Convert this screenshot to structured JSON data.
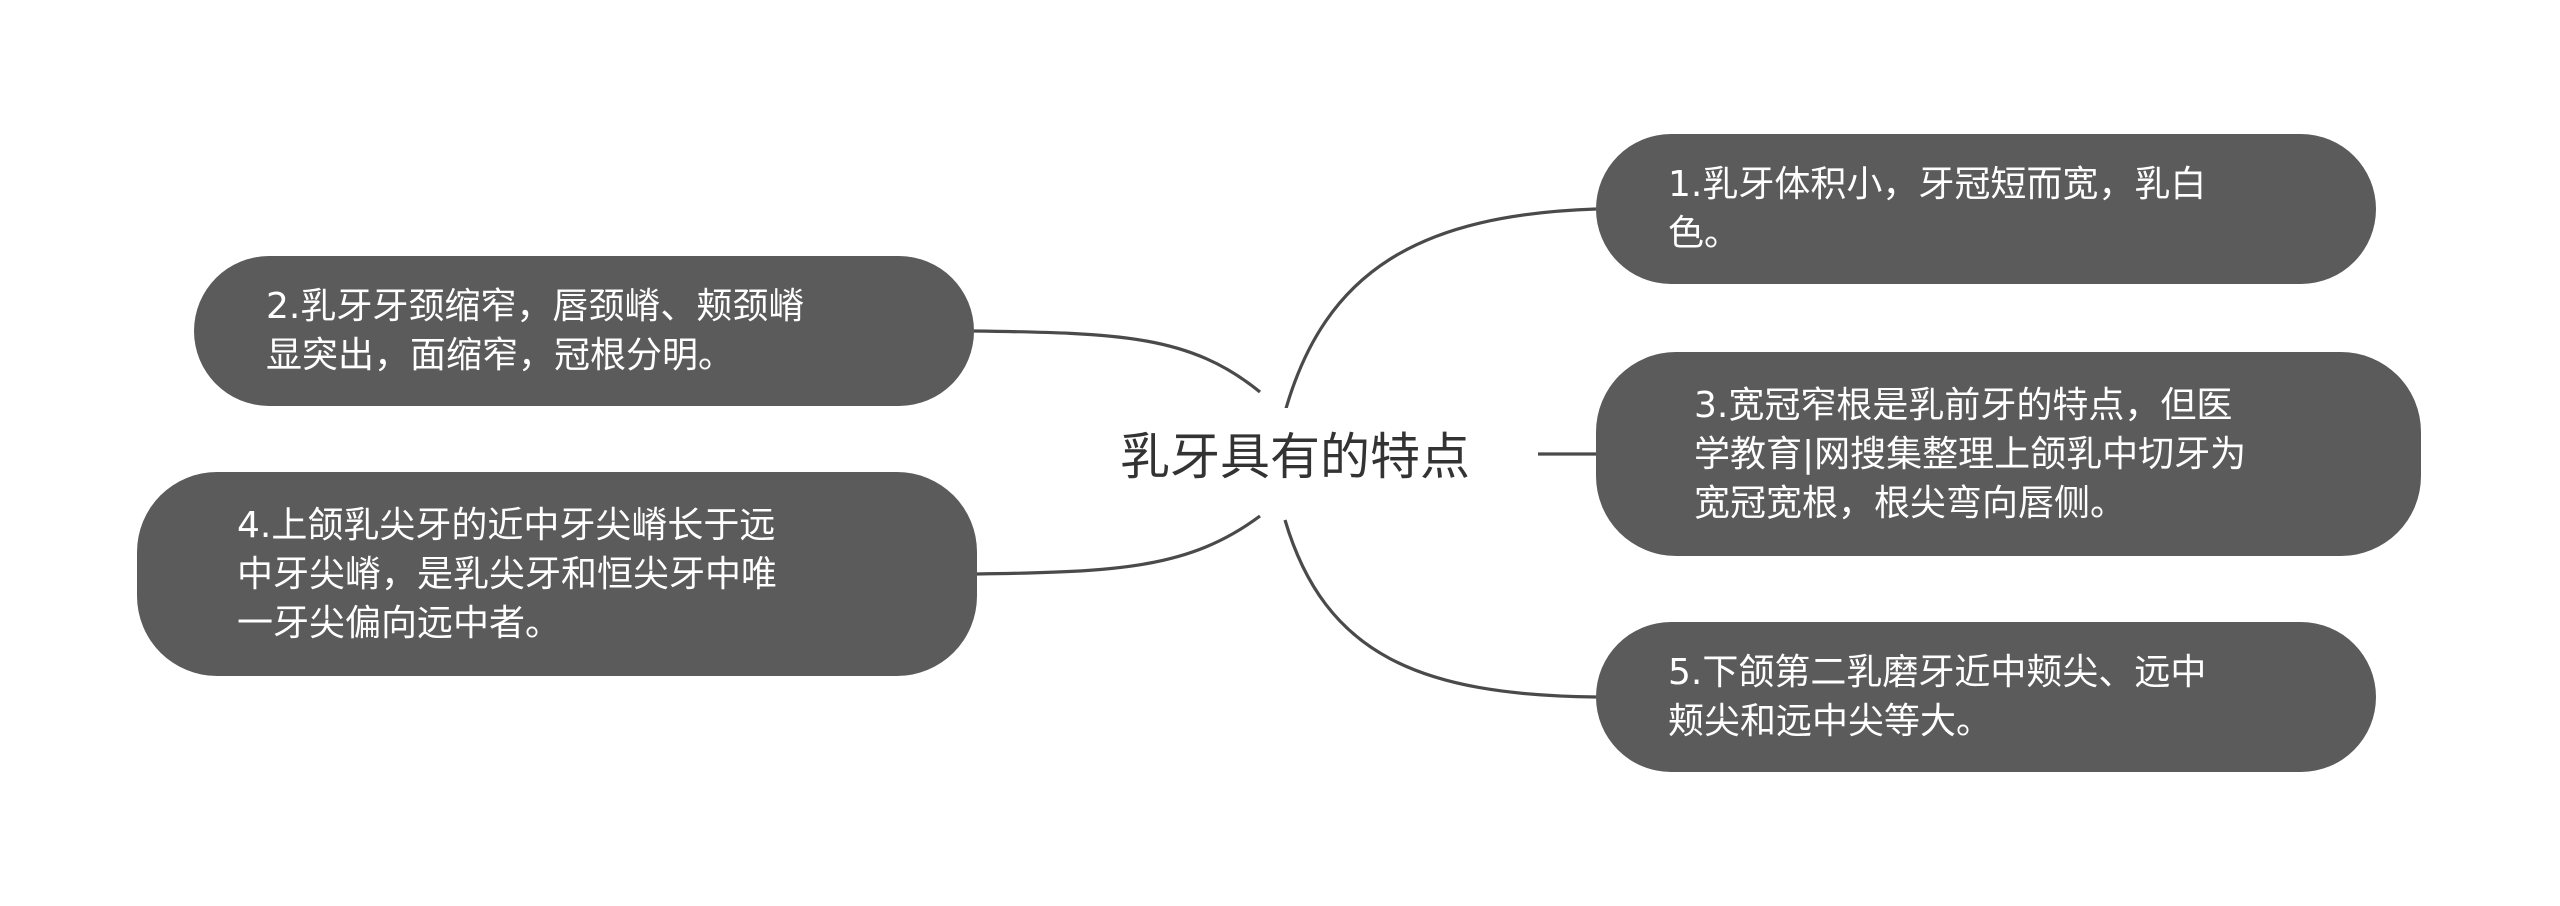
{
  "mindmap": {
    "center": {
      "label": "乳牙具有的特点"
    },
    "branches": [
      {
        "id": "node-1",
        "side": "right",
        "lines": [
          "1.乳牙体积小，牙冠短而宽，乳白",
          "色。"
        ]
      },
      {
        "id": "node-2",
        "side": "left",
        "lines": [
          "2.乳牙牙颈缩窄，唇颈嵴、颊颈嵴",
          "显突出，面缩窄，冠根分明。"
        ]
      },
      {
        "id": "node-3",
        "side": "right",
        "lines": [
          "3.宽冠窄根是乳前牙的特点，但医",
          "学教育|网搜集整理上颌乳中切牙为",
          "宽冠宽根，根尖弯向唇侧。"
        ]
      },
      {
        "id": "node-4",
        "side": "left",
        "lines": [
          "4.上颌乳尖牙的近中牙尖嵴长于远",
          "中牙尖嵴，是乳尖牙和恒尖牙中唯",
          "一牙尖偏向远中者。"
        ]
      },
      {
        "id": "node-5",
        "side": "right",
        "lines": [
          "5.下颌第二乳磨牙近中颊尖、远中",
          "颊尖和远中尖等大。"
        ]
      }
    ]
  },
  "colors": {
    "node_fill": "#5b5b5b",
    "node_text": "#ffffff",
    "edge": "#4a4a4a",
    "center_text": "#333333",
    "background": "#ffffff"
  }
}
